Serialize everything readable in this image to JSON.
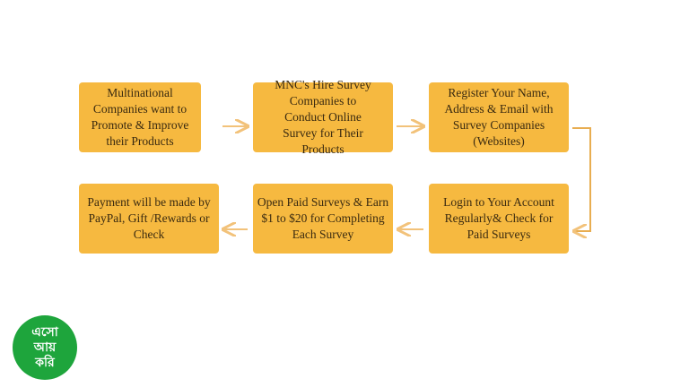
{
  "steps": [
    {
      "text": "Multinational Companies want to Promote & Improve their Products"
    },
    {
      "text": "MNC's Hire Survey Companies to Conduct Online Survey for Their Products"
    },
    {
      "text": "Register Your Name, Address & Email with Survey Companies (Websites)"
    },
    {
      "text": "Login to Your Account Regularly& Check for Paid Surveys"
    },
    {
      "text": "Open Paid Surveys & Earn $1 to $20 for Completing Each Survey"
    },
    {
      "text": "Payment will be made by PayPal, Gift /Rewards or Check"
    }
  ],
  "logo": {
    "line1": "এসো",
    "line2": "আয়",
    "line3": "করি"
  },
  "colors": {
    "box": "#f6b940",
    "arrow": "#f2c27a",
    "logo": "#1ea53c"
  }
}
